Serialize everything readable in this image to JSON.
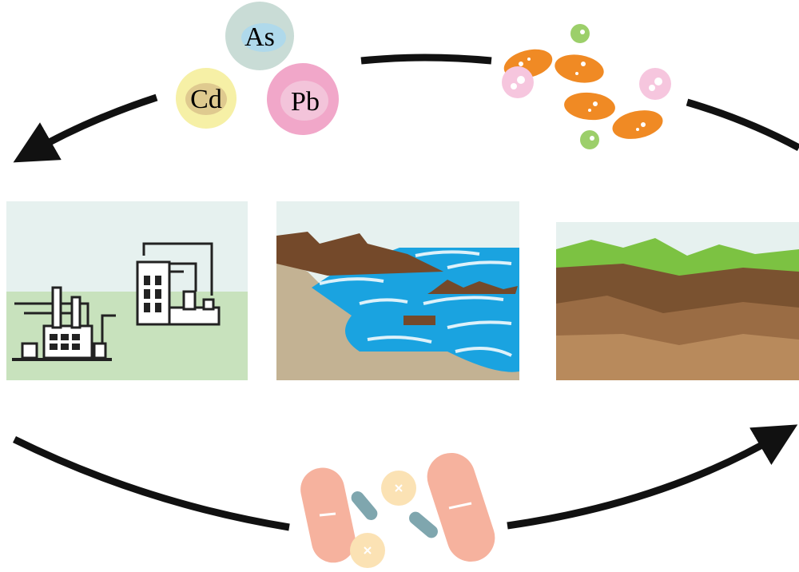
{
  "elements": {
    "arsenic": {
      "label": "As",
      "color": "#c9dcd6"
    },
    "cadmium": {
      "label": "Cd",
      "color": "#f6f0a6"
    },
    "lead": {
      "label": "Pb",
      "color": "#f1a7c9"
    }
  },
  "colors": {
    "arrow": "#111111",
    "sky": "#e6f1ef",
    "grass": "#c8e2bd",
    "water": "#1aa3e0",
    "rock": "#74492a",
    "sand": "#c3b293",
    "soil_green": "#7cc242",
    "soil_dark": "#7a5230",
    "soil_mid": "#9a6c44",
    "soil_light": "#b88a5c",
    "microbe_orange": "#f08a24",
    "microbe_green": "#9ccf6a",
    "microbe_pink": "#f6c6de",
    "pill_salmon": "#f6b29e",
    "pill_teal": "#7fa6ae",
    "pill_yellow": "#fbe2b4"
  }
}
